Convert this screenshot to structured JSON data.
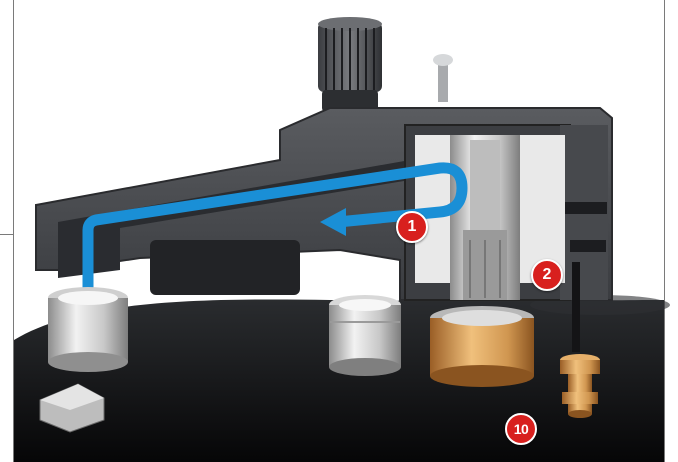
{
  "callouts": [
    {
      "label": "1"
    },
    {
      "label": "2"
    },
    {
      "label": "10"
    }
  ],
  "colors": {
    "flow_channel": "#1a8fd6",
    "callout": "#d8201e",
    "housing": "#4a4c50",
    "body": "#0f1012",
    "brass": "#c98d4a",
    "metal": "#d8d8d8"
  }
}
